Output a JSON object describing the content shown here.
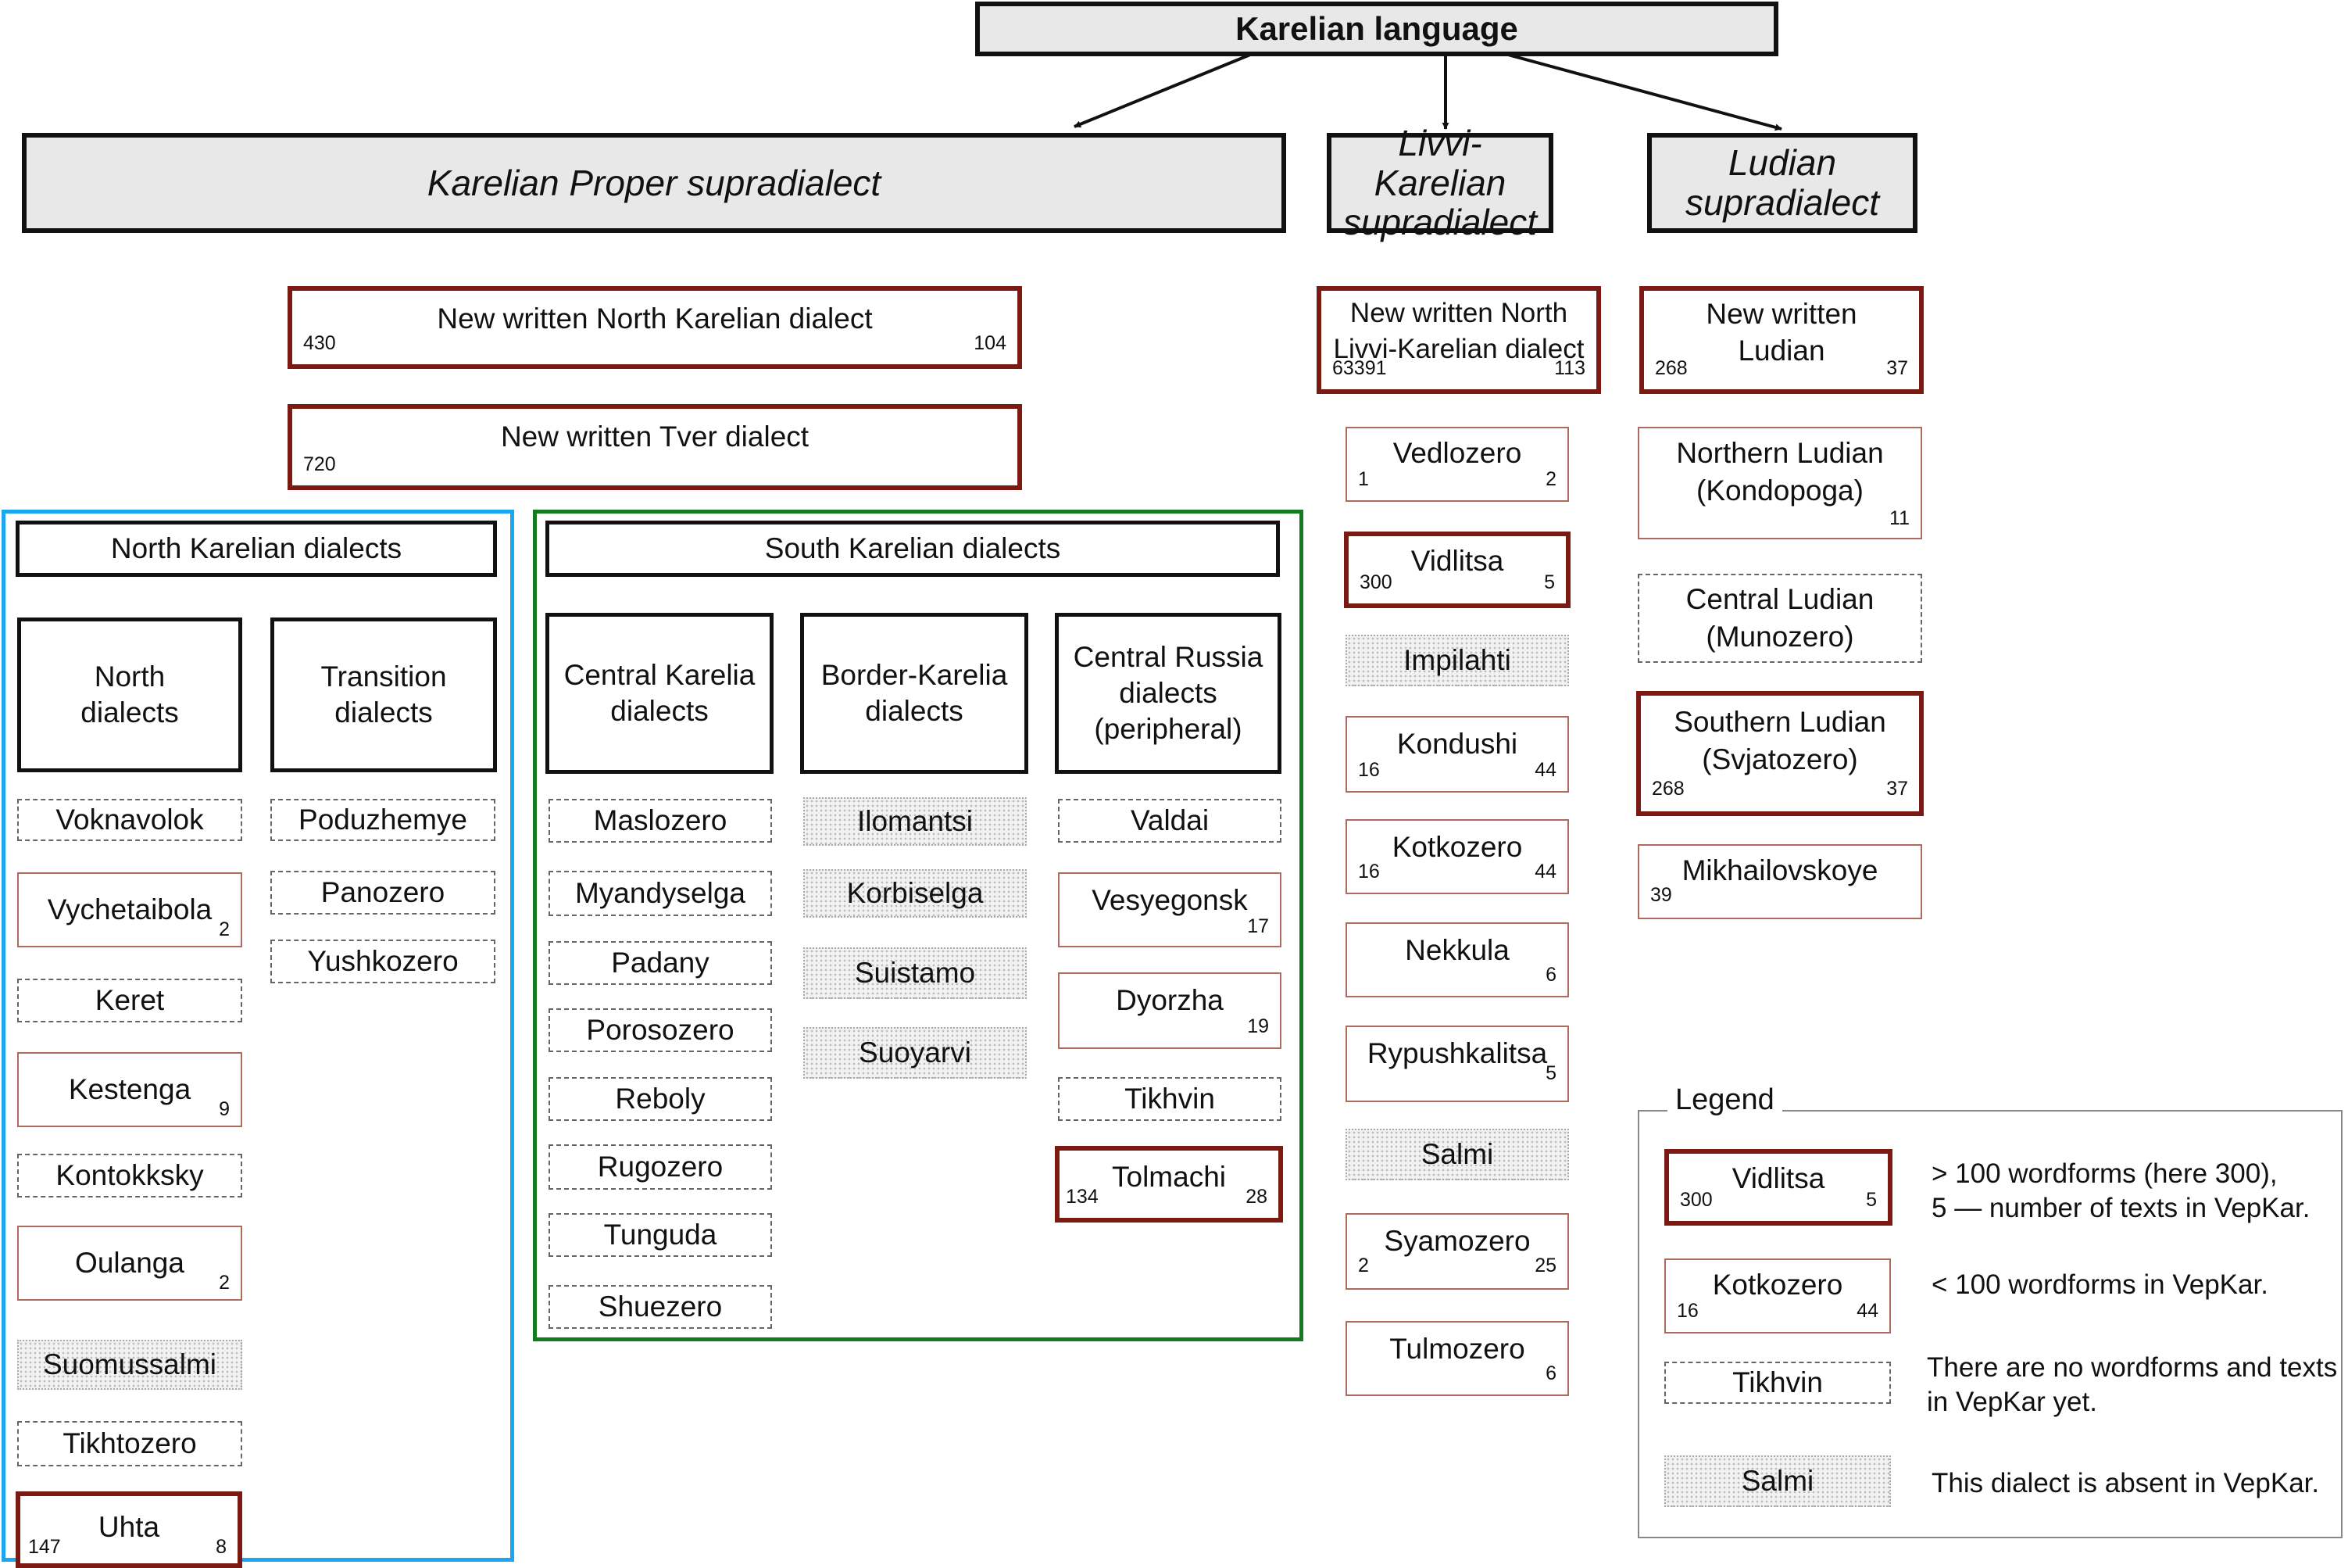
{
  "root": {
    "title": "Karelian language"
  },
  "supradialects": {
    "proper": "Karelian Proper supradialect",
    "livvi": [
      "Livvi-Karelian",
      "supradialect"
    ],
    "ludian": [
      "Ludian",
      "supradialect"
    ]
  },
  "written": {
    "north_karelian": {
      "name": "New written North Karelian dialect",
      "wordforms": "430",
      "texts": "104"
    },
    "tver": {
      "name": "New written Tver dialect",
      "wordforms": "720"
    },
    "north_livvi": {
      "name": [
        "New written North",
        "Livvi-Karelian dialect"
      ],
      "wordforms": "63391",
      "texts": "113"
    },
    "ludian": {
      "name": [
        "New written",
        "Ludian"
      ],
      "wordforms": "268",
      "texts": "37"
    }
  },
  "north_karelian": {
    "title": "North Karelian dialects",
    "north": {
      "title": [
        "North",
        "dialects"
      ],
      "items": [
        {
          "name": "Voknavolok"
        },
        {
          "name": "Vychetaibola",
          "texts": "2"
        },
        {
          "name": "Keret"
        },
        {
          "name": "Kestenga",
          "texts": "9"
        },
        {
          "name": "Kontokksky"
        },
        {
          "name": "Oulanga",
          "texts": "2"
        },
        {
          "name": "Suomussalmi"
        },
        {
          "name": "Tikhtozero"
        },
        {
          "name": "Uhta",
          "wordforms": "147",
          "texts": "8"
        }
      ]
    },
    "transition": {
      "title": [
        "Transition",
        "dialects"
      ],
      "items": [
        {
          "name": "Poduzhemye"
        },
        {
          "name": "Panozero"
        },
        {
          "name": "Yushkozero"
        }
      ]
    }
  },
  "south_karelian": {
    "title": "South Karelian dialects",
    "central": {
      "title": [
        "Central Karelia",
        "dialects"
      ],
      "items": [
        {
          "name": "Maslozero"
        },
        {
          "name": "Myandyselga"
        },
        {
          "name": "Padany"
        },
        {
          "name": "Porosozero"
        },
        {
          "name": "Reboly"
        },
        {
          "name": "Rugozero"
        },
        {
          "name": "Tunguda"
        },
        {
          "name": "Shuezero"
        }
      ]
    },
    "border": {
      "title": [
        "Border-Karelia",
        "dialects"
      ],
      "items": [
        {
          "name": "Ilomantsi"
        },
        {
          "name": "Korbiselga"
        },
        {
          "name": "Suistamo"
        },
        {
          "name": "Suoyarvi"
        }
      ]
    },
    "russia": {
      "title": [
        "Central Russia",
        "dialects",
        "(peripheral)"
      ],
      "items": [
        {
          "name": "Valdai"
        },
        {
          "name": "Vesyegonsk",
          "texts": "17"
        },
        {
          "name": "Dyorzha",
          "texts": "19"
        },
        {
          "name": "Tikhvin"
        },
        {
          "name": "Tolmachi",
          "wordforms": "134",
          "texts": "28"
        }
      ]
    }
  },
  "livvi": {
    "items": [
      {
        "name": "Vedlozero",
        "wordforms": "1",
        "texts": "2"
      },
      {
        "name": "Vidlitsa",
        "wordforms": "300",
        "texts": "5"
      },
      {
        "name": "Impilahti"
      },
      {
        "name": "Kondushi",
        "wordforms": "16",
        "texts": "44"
      },
      {
        "name": "Kotkozero",
        "wordforms": "16",
        "texts": "44"
      },
      {
        "name": "Nekkula",
        "texts": "6"
      },
      {
        "name": "Rypushkalitsa",
        "texts": "5"
      },
      {
        "name": "Salmi"
      },
      {
        "name": "Syamozero",
        "wordforms": "2",
        "texts": "25"
      },
      {
        "name": "Tulmozero",
        "texts": "6"
      }
    ]
  },
  "ludian": {
    "items": [
      {
        "name": [
          "Northern Ludian",
          "(Kondopoga)"
        ],
        "texts": "11"
      },
      {
        "name": [
          "Central Ludian",
          "(Munozero)"
        ]
      },
      {
        "name": [
          "Southern Ludian",
          "(Svjatozero)"
        ],
        "wordforms": "268",
        "texts": "37"
      },
      {
        "name": "Mikhailovskoye",
        "wordforms": "39"
      }
    ]
  },
  "legend": {
    "title": "Legend",
    "entries": [
      {
        "sample": "Vidlitsa",
        "wordforms": "300",
        "texts": "5",
        "text": [
          "> 100 wordforms (here 300),",
          "5 — number of texts in VepKar."
        ]
      },
      {
        "sample": "Kotkozero",
        "wordforms": "16",
        "texts": "44",
        "text": [
          "< 100 wordforms in VepKar."
        ]
      },
      {
        "sample": "Tikhvin",
        "text": [
          "There are no wordforms and texts",
          "in VepKar yet."
        ]
      },
      {
        "sample": "Salmi",
        "text": [
          "This dialect is absent in VepKar."
        ]
      }
    ]
  }
}
